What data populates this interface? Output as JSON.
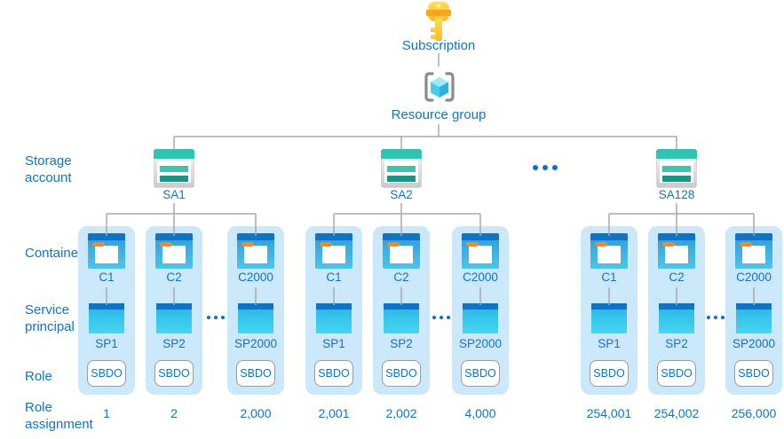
{
  "title_labels": {
    "subscription": "Subscription",
    "resource_group": "Resource group",
    "storage_account": "Storage account",
    "container": "Container",
    "service_principal": "Service principal",
    "role": "Role",
    "role_assignment": "Role assignment"
  },
  "icons": {
    "subscription": "key-icon",
    "resource_group": "cube-in-brackets-icon",
    "storage_account": "storage-table-icon",
    "container": "blob-container-icon",
    "service_principal": "app-card-icon",
    "ellipsis": "more-dots-icon"
  },
  "colors": {
    "accent_blue": "#1173C5",
    "line_gray": "#A9A9A9",
    "column_bg": "#CBE7FA",
    "storage_teal": "#2EC4B0",
    "storage_teal_dark": "#1F9486",
    "key_gold": "#FBBC1C",
    "key_orange_bar": "#F7A61C",
    "container_orange_tab": "#F68A1F",
    "cube_cyan": "#49CBEE",
    "dots_blue": "#0B6FD0"
  },
  "groups": [
    {
      "sa_label": "SA1",
      "columns": [
        {
          "container": "C1",
          "sp": "SP1",
          "role": "SBDO",
          "assignment": "1"
        },
        {
          "container": "C2",
          "sp": "SP2",
          "role": "SBDO",
          "assignment": "2"
        },
        {
          "container": "C2000",
          "sp": "SP2000",
          "role": "SBDO",
          "assignment": "2,000"
        }
      ]
    },
    {
      "sa_label": "SA2",
      "columns": [
        {
          "container": "C1",
          "sp": "SP1",
          "role": "SBDO",
          "assignment": "2,001"
        },
        {
          "container": "C2",
          "sp": "SP2",
          "role": "SBDO",
          "assignment": "2,002"
        },
        {
          "container": "C2000",
          "sp": "SP2000",
          "role": "SBDO",
          "assignment": "4,000"
        }
      ]
    },
    {
      "sa_label": "SA128",
      "columns": [
        {
          "container": "C1",
          "sp": "SP1",
          "role": "SBDO",
          "assignment": "254,001"
        },
        {
          "container": "C2",
          "sp": "SP2",
          "role": "SBDO",
          "assignment": "254,002"
        },
        {
          "container": "C2000",
          "sp": "SP2000",
          "role": "SBDO",
          "assignment": "256,000"
        }
      ]
    }
  ]
}
